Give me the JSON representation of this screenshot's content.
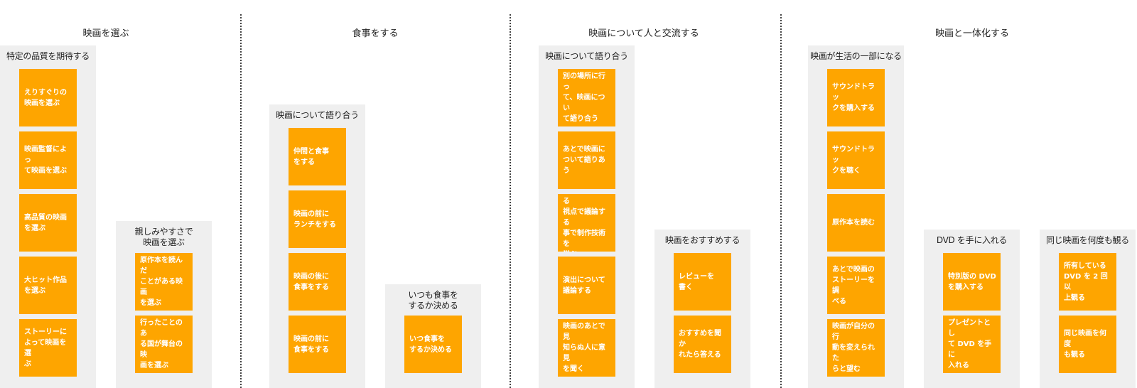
{
  "sections": [
    {
      "title": "映画を選ぶ",
      "groups": [
        {
          "title": "特定の品質を期待する",
          "cards": [
            "えりすぐりの\n映画を選ぶ",
            "映画監督によっ\nて映画を選ぶ",
            "高品質の映画\nを選ぶ",
            "大ヒット作品\nを選ぶ",
            "ストーリーに\nよって映画を選\nぶ"
          ]
        },
        {
          "title": "親しみやすさで\n映画を選ぶ",
          "cards": [
            "原作本を読んだ\nことがある映画\nを選ぶ",
            "行ったことのあ\nる国が舞台の映\n画を選ぶ"
          ]
        }
      ]
    },
    {
      "title": "食事をする",
      "groups": [
        {
          "title": "映画について語り合う",
          "cards": [
            "仲間と食事\nをする",
            "映画の前に\nランチをする",
            "映画の後に\n食事をする",
            "映画の前に\n食事をする"
          ]
        },
        {
          "title": "いつも食事を\nするか決める",
          "cards": [
            "いつ食事を\nするか決める"
          ]
        }
      ]
    },
    {
      "title": "映画について人と交流する",
      "groups": [
        {
          "title": "映画について語り合う",
          "cards": [
            "別の場所に行っ\nて、映画につい\nて語り合う",
            "あとで映画に\nついて語りあう",
            "いつもと異なる\n視点で議論する\n事で制作技術を\n学ぶ",
            "演出について\n議論する",
            "映画のあとで見\n知らぬ人に意見\nを聞く"
          ]
        },
        {
          "title": "映画をおすすめする",
          "cards": [
            "レビューを\n書く",
            "おすすめを聞か\nれたら答える"
          ]
        }
      ]
    },
    {
      "title": "映画と一体化する",
      "groups": [
        {
          "title": "映画が生活の一部になる",
          "cards": [
            "サウンドトラッ\nクを購入する",
            "サウンドトラッ\nクを聴く",
            "原作本を読む",
            "あとで映画の\nストーリーを調\nべる",
            "映画が自分の行\n動を変えられた\nらと望む"
          ]
        },
        {
          "title": "DVD を手に入れる",
          "cards": [
            "特別版の DVD\nを購入する",
            "プレゼントとし\nて DVD を手に\n入れる"
          ]
        },
        {
          "title": "同じ映画を何度も観る",
          "cards": [
            "所有している\nDVD を 2 回以\n上観る",
            "同じ映画を何度\nも観る"
          ]
        }
      ]
    }
  ]
}
